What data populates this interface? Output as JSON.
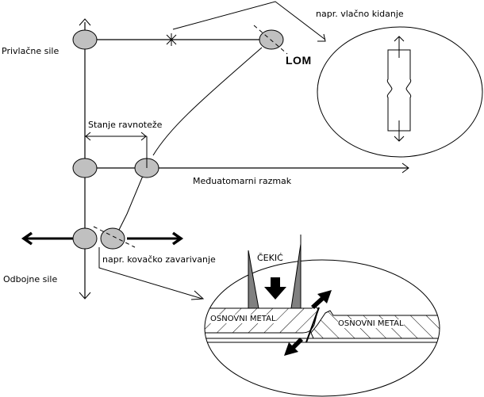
{
  "diagram": {
    "labels": {
      "attractive_forces": "Privlačne sile",
      "repulsive_forces": "Odbojne sile",
      "equilibrium": "Stanje ravnoteže",
      "interatomic_distance": "Međuatomarni razmak",
      "fracture": "LOM",
      "tensile_example": "napr. vlačno kidanje",
      "forge_welding_example": "napr. kovačko zavarivanje",
      "hammer": "ČEKIĆ",
      "base_metal_left": "OSNOVNI METAL",
      "base_metal_right": "OSNOVNI METAL"
    },
    "colors": {
      "atom_fill": "#c0c0c0",
      "hammer_jaw_fill": "#808080",
      "stroke": "#000000",
      "background": "#ffffff"
    }
  }
}
